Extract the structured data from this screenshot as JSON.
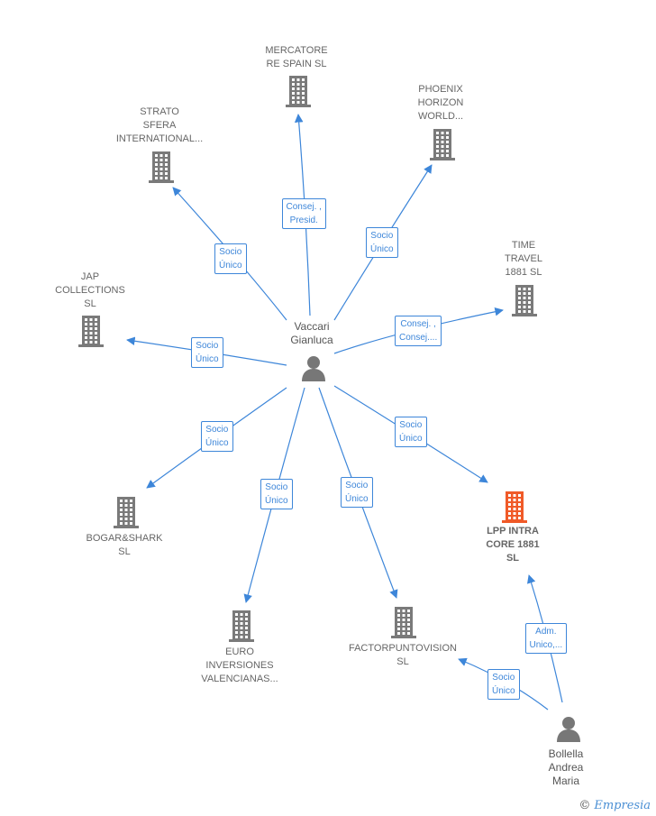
{
  "colors": {
    "edge": "#3d86d9",
    "building": "#7a7a7a",
    "building_highlight": "#f05a28",
    "person": "#777777"
  },
  "persons": [
    {
      "id": "p1",
      "label": "Vaccari\nGianluca",
      "icon": "person-icon"
    },
    {
      "id": "p2",
      "label": "Bollella\nAndrea\nMaria",
      "icon": "person-icon"
    }
  ],
  "companies": [
    {
      "id": "c1",
      "label": "MERCATORE\nRE SPAIN  SL",
      "highlight": false
    },
    {
      "id": "c2",
      "label": "STRATO\nSFERA\nINTERNATIONAL...",
      "highlight": false
    },
    {
      "id": "c3",
      "label": "PHOENIX\nHORIZON\nWORLD...",
      "highlight": false
    },
    {
      "id": "c4",
      "label": "TIME\nTRAVEL\n1881  SL",
      "highlight": false
    },
    {
      "id": "c5",
      "label": "JAP\nCOLLECTIONS\nSL",
      "highlight": false
    },
    {
      "id": "c6",
      "label": "BOGAR&SHARK\nSL",
      "highlight": false
    },
    {
      "id": "c7",
      "label": "EURO\nINVERSIONES\nVALENCIANAS...",
      "highlight": false
    },
    {
      "id": "c8",
      "label": "FACTORPUNTOVISION\nSL",
      "highlight": false
    },
    {
      "id": "c9",
      "label": "LPP INTRA\nCORE 1881\nSL",
      "highlight": true
    }
  ],
  "edges": [
    {
      "from": "p1",
      "to": "c1",
      "label": "Consej. ,\nPresid."
    },
    {
      "from": "p1",
      "to": "c2",
      "label": "Socio\nÚnico"
    },
    {
      "from": "p1",
      "to": "c3",
      "label": "Socio\nÚnico"
    },
    {
      "from": "p1",
      "to": "c4",
      "label": "Consej. ,\nConsej...."
    },
    {
      "from": "p1",
      "to": "c5",
      "label": "Socio\nÚnico"
    },
    {
      "from": "p1",
      "to": "c6",
      "label": "Socio\nÚnico"
    },
    {
      "from": "p1",
      "to": "c7",
      "label": "Socio\nÚnico"
    },
    {
      "from": "p1",
      "to": "c8",
      "label": "Socio\nÚnico"
    },
    {
      "from": "p1",
      "to": "c9",
      "label": "Socio\nÚnico"
    },
    {
      "from": "p2",
      "to": "c9",
      "label": "Adm.\nUnico,..."
    },
    {
      "from": "p2",
      "to": "c8",
      "label": "Socio\nÚnico"
    }
  ],
  "watermark": {
    "symbol": "©",
    "text": "Empresia"
  }
}
